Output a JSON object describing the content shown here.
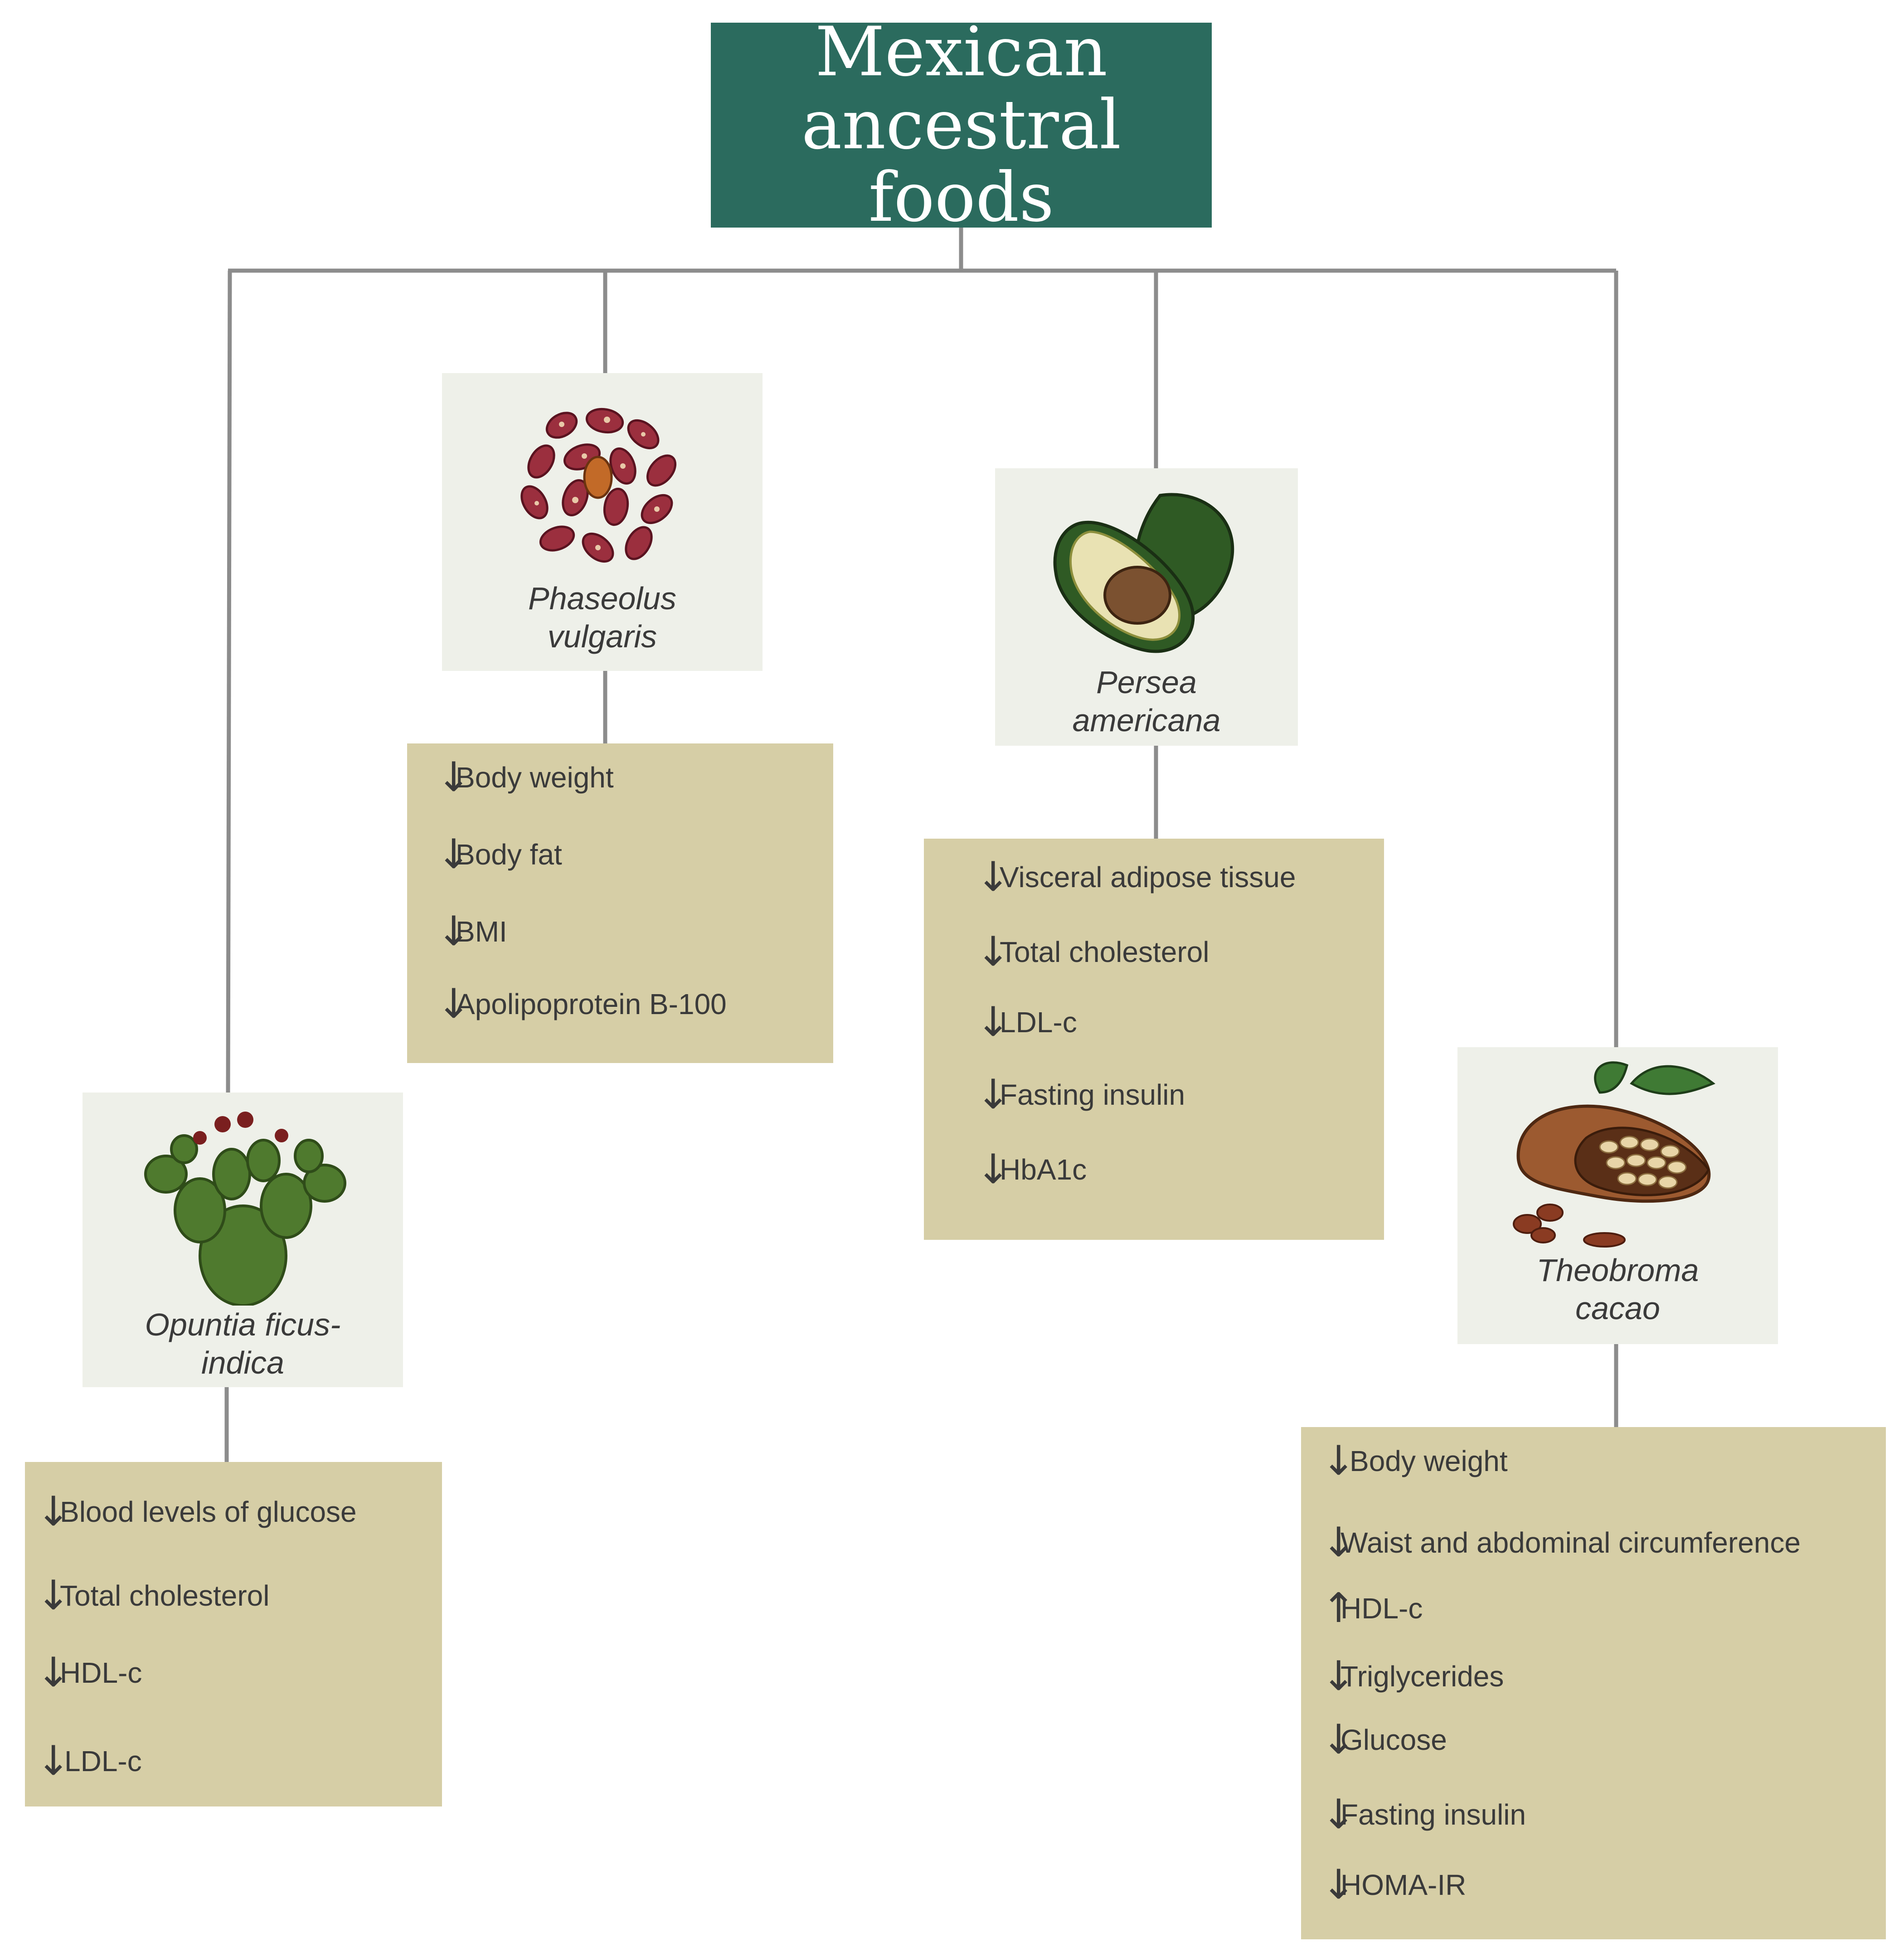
{
  "root": {
    "line1": "Mexican",
    "line2": "ancestral foods"
  },
  "colors": {
    "root_bg": "#2b6b5e",
    "food_card_bg": "#eef0e9",
    "effects_bg": "#d6cea6",
    "connector": "#8c8c8c"
  },
  "foods": [
    {
      "name_line1": "Opuntia ficus-",
      "name_line2": "indica",
      "icon": "cactus-icon",
      "effects": [
        {
          "dir": "down",
          "label": "Blood levels of glucose"
        },
        {
          "dir": "down",
          "label": "Total cholesterol"
        },
        {
          "dir": "down",
          "label": "HDL-c"
        },
        {
          "dir": "down",
          "label": "LDL-c"
        }
      ]
    },
    {
      "name_line1": "Phaseolus",
      "name_line2": "vulgaris",
      "icon": "beans-icon",
      "effects": [
        {
          "dir": "down",
          "label": "Body weight"
        },
        {
          "dir": "down",
          "label": "Body fat"
        },
        {
          "dir": "down",
          "label": "BMI"
        },
        {
          "dir": "down",
          "label": "Apolipoprotein B-100"
        }
      ]
    },
    {
      "name_line1": "Persea",
      "name_line2": "americana",
      "icon": "avocado-icon",
      "effects": [
        {
          "dir": "down",
          "label": "Visceral adipose tissue"
        },
        {
          "dir": "down",
          "label": "Total cholesterol"
        },
        {
          "dir": "down",
          "label": "LDL-c"
        },
        {
          "dir": "down",
          "label": "Fasting insulin"
        },
        {
          "dir": "down",
          "label": "HbA1c"
        }
      ]
    },
    {
      "name_line1": "Theobroma",
      "name_line2": "cacao",
      "icon": "cacao-pod-icon",
      "effects": [
        {
          "dir": "down",
          "label": "Body weight"
        },
        {
          "dir": "down",
          "label": "Waist and abdominal circumference"
        },
        {
          "dir": "up",
          "label": "HDL-c"
        },
        {
          "dir": "down",
          "label": "Triglycerides"
        },
        {
          "dir": "down",
          "label": "Glucose"
        },
        {
          "dir": "down",
          "label": "Fasting insulin"
        },
        {
          "dir": "down",
          "label": "HOMA-IR"
        }
      ]
    }
  ]
}
